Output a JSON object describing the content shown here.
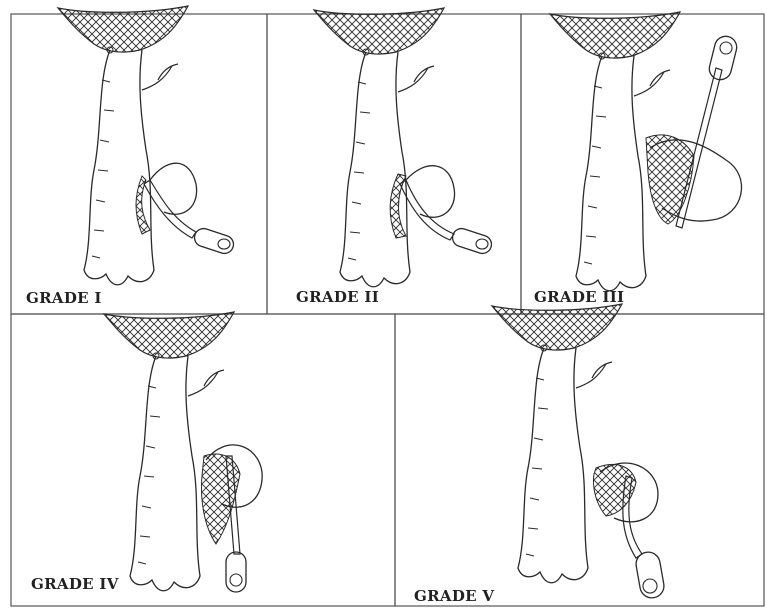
{
  "panels": [
    {
      "label": "GRADE I"
    },
    {
      "label": "GRADE II"
    },
    {
      "label": "GRADE III"
    },
    {
      "label": "GRADE IV"
    },
    {
      "label": "GRADE V"
    }
  ],
  "colors": {
    "ink": "#2a2a2a",
    "border": "#555555",
    "background": "#ffffff"
  }
}
